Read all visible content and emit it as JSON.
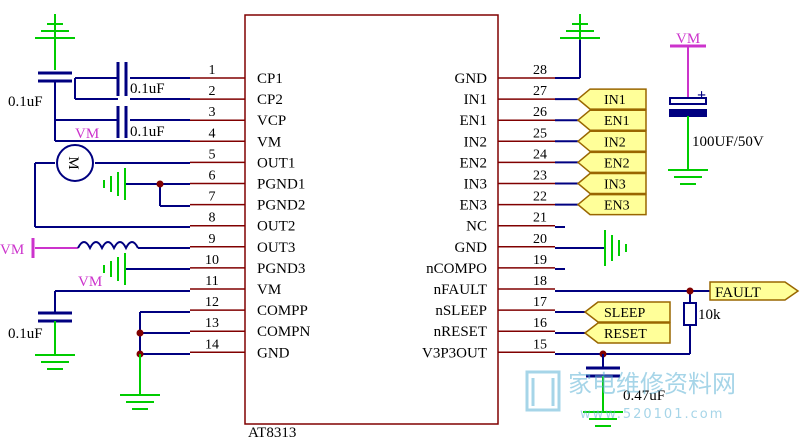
{
  "chip": {
    "name": "AT8313",
    "left_pins": [
      {
        "num": "1",
        "label": "CP1"
      },
      {
        "num": "2",
        "label": "CP2"
      },
      {
        "num": "3",
        "label": "VCP"
      },
      {
        "num": "4",
        "label": "VM"
      },
      {
        "num": "5",
        "label": "OUT1"
      },
      {
        "num": "6",
        "label": "PGND1"
      },
      {
        "num": "7",
        "label": "PGND2"
      },
      {
        "num": "8",
        "label": "OUT2"
      },
      {
        "num": "9",
        "label": "OUT3"
      },
      {
        "num": "10",
        "label": "PGND3"
      },
      {
        "num": "11",
        "label": "VM"
      },
      {
        "num": "12",
        "label": "COMPP"
      },
      {
        "num": "13",
        "label": "COMPN"
      },
      {
        "num": "14",
        "label": "GND"
      }
    ],
    "right_pins": [
      {
        "num": "28",
        "label": "GND"
      },
      {
        "num": "27",
        "label": "IN1"
      },
      {
        "num": "26",
        "label": "EN1"
      },
      {
        "num": "25",
        "label": "IN2"
      },
      {
        "num": "24",
        "label": "EN2"
      },
      {
        "num": "23",
        "label": "IN3"
      },
      {
        "num": "22",
        "label": "EN3"
      },
      {
        "num": "21",
        "label": "NC"
      },
      {
        "num": "20",
        "label": "GND"
      },
      {
        "num": "19",
        "label": "nCOMPO"
      },
      {
        "num": "18",
        "label": "nFAULT"
      },
      {
        "num": "17",
        "label": "nSLEEP"
      },
      {
        "num": "16",
        "label": "nRESET"
      },
      {
        "num": "15",
        "label": "V3P3OUT"
      }
    ]
  },
  "signal_flags": {
    "inputs": [
      "IN1",
      "EN1",
      "IN2",
      "EN2",
      "IN3",
      "EN3"
    ],
    "sleep": "SLEEP",
    "reset": "RESET",
    "fault": "FAULT"
  },
  "components": {
    "cap_left_top": "0.1uF",
    "cap_cp": "0.1uF",
    "cap_vcp": "0.1uF",
    "cap_left_bottom": "0.1uF",
    "cap_bulk": "100UF/50V",
    "cap_v3p3": "0.47uF",
    "resistor": "10k",
    "motor": "M",
    "vm_label": "VM"
  },
  "colors": {
    "wire": "#000080",
    "ground": "#00cc00",
    "vm_net": "#cc33cc",
    "chip_outline": "#800000",
    "flag_fill": "#ffff99",
    "flag_stroke": "#996600",
    "junction": "#800000"
  },
  "watermark": {
    "text": "家电维修资料网",
    "url": "www.520101.com"
  }
}
